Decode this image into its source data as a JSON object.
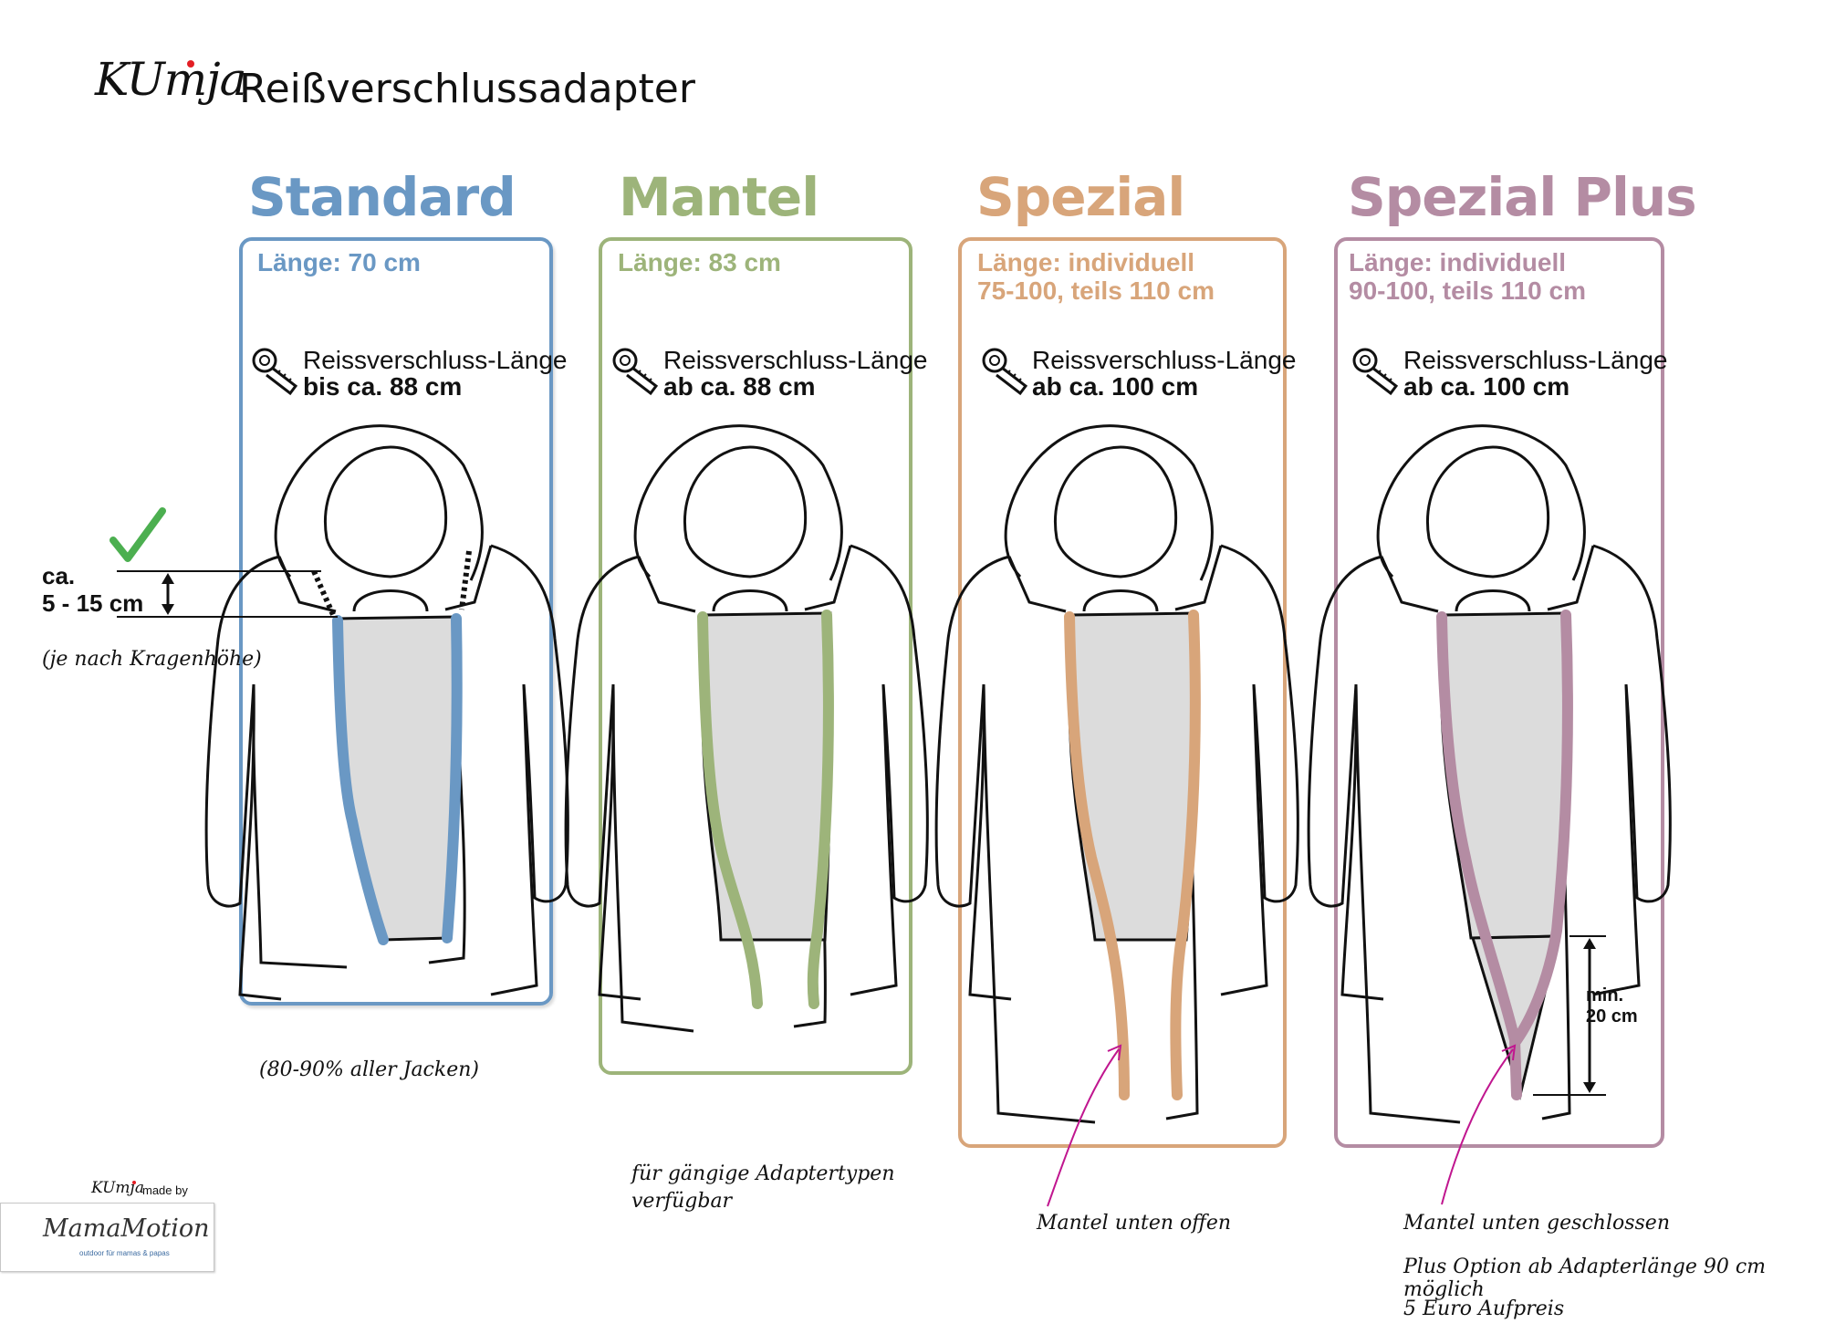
{
  "header": {
    "logo_text": "KUmja",
    "title": "Reißverschlussadapter"
  },
  "colors": {
    "standard": "#6a98c4",
    "mantel": "#9db47a",
    "spezial": "#d8a57a",
    "spezial_plus": "#b48ca3",
    "panel_gray": "#dcdcdc",
    "arrow_magenta": "#c0168f"
  },
  "columns": [
    {
      "title": "Standard",
      "length_line1": "Länge: 70 cm",
      "length_line2": "",
      "zip_label": "Reissverschluss-Länge",
      "zip_value": "bis ca. 88 cm",
      "icon": "measuring-tape-icon"
    },
    {
      "title": "Mantel",
      "length_line1": "Länge: 83 cm",
      "length_line2": "",
      "zip_label": "Reissverschluss-Länge",
      "zip_value": "ab ca. 88 cm",
      "icon": "measuring-tape-icon"
    },
    {
      "title": "Spezial",
      "length_line1": "Länge: individuell",
      "length_line2": "75-100, teils 110 cm",
      "zip_label": "Reissverschluss-Länge",
      "zip_value": "ab ca. 100 cm",
      "icon": "measuring-tape-icon"
    },
    {
      "title": "Spezial Plus",
      "length_line1": "Länge: individuell",
      "length_line2": "90-100, teils 110 cm",
      "zip_label": "Reissverschluss-Länge",
      "zip_value": "ab ca. 100 cm",
      "icon": "measuring-tape-icon"
    }
  ],
  "annotations": {
    "collar_line1": "ca.",
    "collar_line2": "5 - 15 cm",
    "collar_note": "(je nach Kragenhöhe)",
    "standard_note": "(80-90% aller Jacken)",
    "mantel_note_line1": "für gängige Adaptertypen",
    "mantel_note_line2": "verfügbar",
    "spezial_note": "Mantel unten offen",
    "plus_note1": "Mantel unten geschlossen",
    "plus_note2": "Plus Option ab Adapterlänge 90 cm möglich",
    "plus_note3": "5 Euro Aufpreis",
    "min_line1": "min.",
    "min_line2": "20 cm"
  },
  "footer": {
    "small_logo": "KUmja",
    "made_by": "made by",
    "brand": "MamaMotion",
    "tagline": "outdoor für mamas & papas"
  }
}
